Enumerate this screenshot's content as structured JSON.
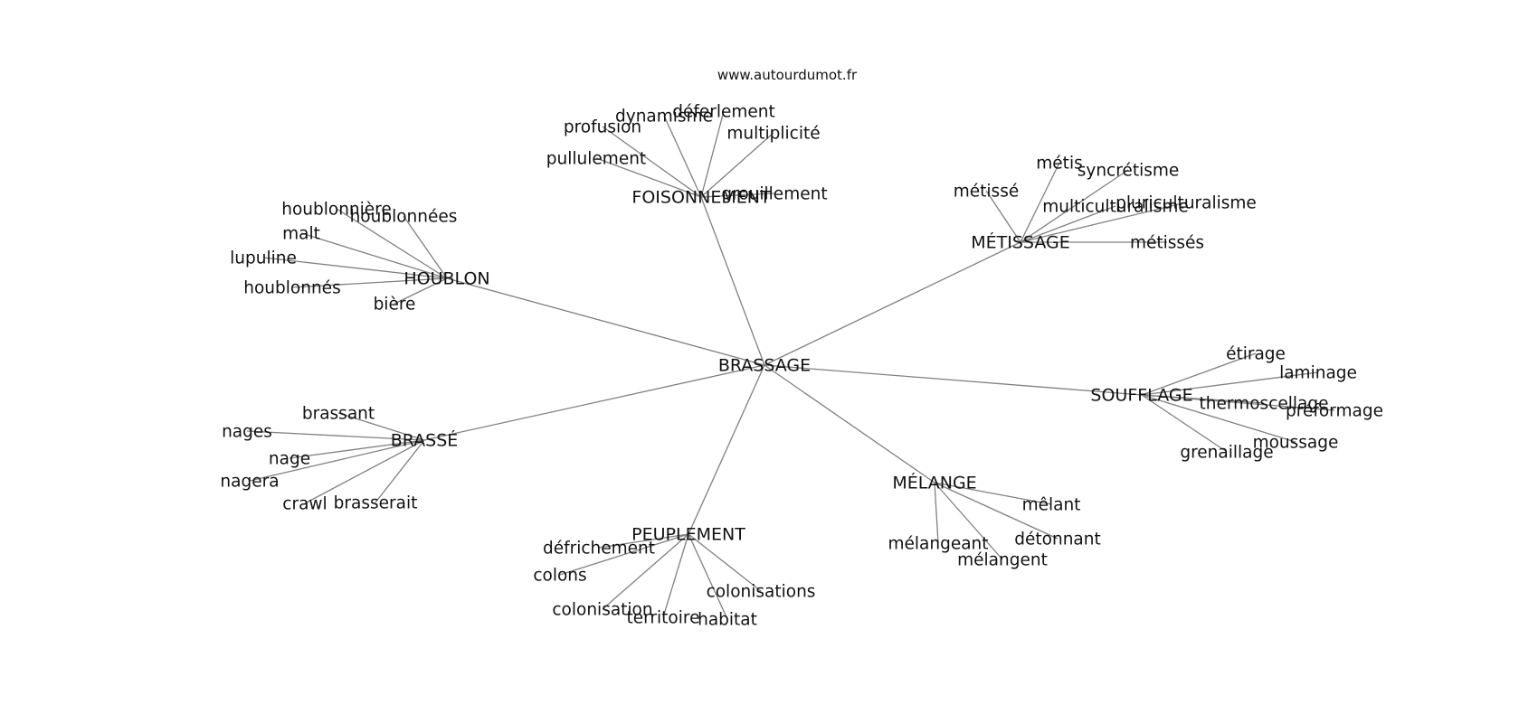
{
  "source_text": "www.autourdumot.fr",
  "graph": {
    "center": "BRASSAGE",
    "clusters": [
      {
        "hub": "FOISONNEMENT",
        "leaves": [
          "déferlement",
          "dynamisme",
          "profusion",
          "multiplicité",
          "pullulement",
          "grouillement"
        ]
      },
      {
        "hub": "MÉTISSAGE",
        "leaves": [
          "métis",
          "syncrétisme",
          "métissé",
          "pluriculturalisme",
          "multiculturalisme",
          "métissés"
        ]
      },
      {
        "hub": "HOUBLON",
        "leaves": [
          "houblonnière",
          "houblonnées",
          "malt",
          "lupuline",
          "houblonnés",
          "bière"
        ]
      },
      {
        "hub": "SOUFFLAGE",
        "leaves": [
          "étirage",
          "laminage",
          "thermoscellage",
          "préformage",
          "moussage",
          "grenaillage"
        ]
      },
      {
        "hub": "BRASSÉ",
        "leaves": [
          "brassant",
          "nages",
          "nage",
          "nagera",
          "crawl",
          "brasserait"
        ]
      },
      {
        "hub": "MÉLANGE",
        "leaves": [
          "mêlant",
          "détonnant",
          "mélangeant",
          "mélangent"
        ]
      },
      {
        "hub": "PEUPLEMENT",
        "leaves": [
          "défrichement",
          "colons",
          "colonisations",
          "colonisation",
          "territoire",
          "habitat"
        ]
      }
    ]
  }
}
